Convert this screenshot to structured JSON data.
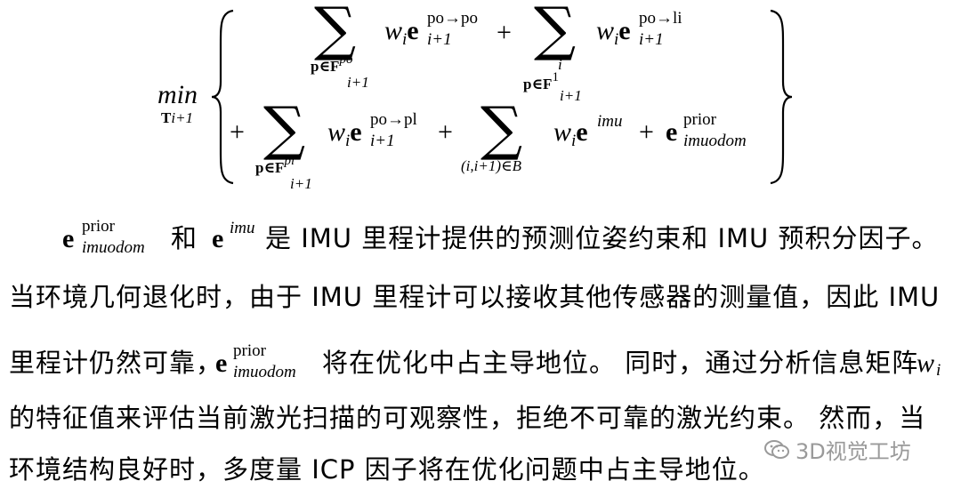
{
  "equation": {
    "min_label": "min",
    "min_sub_T": "T",
    "min_sub_idx": "i+1",
    "sum1_limit": "p∈F",
    "sum1_limit_sup": "po",
    "sum1_limit_sub": "i+1",
    "term1_w": "w",
    "term1_w_sub": "i",
    "term1_e": "e",
    "term1_sup": "po→po",
    "term1_sub": "i+1",
    "plus": "+",
    "sum2_limit_i": "i",
    "sum2_limit": "p∈F",
    "sum2_limit_sup": "1",
    "sum2_limit_sub": "i+1",
    "term2_sup": "po→li",
    "term2_sub": "i+1",
    "sum3_limit": "p∈F",
    "sum3_limit_sup": "pl",
    "sum3_limit_sub": "i+1",
    "term3_sup": "po→pl",
    "term3_sub": "i+1",
    "sum4_limit": "(i,i+1)∈B",
    "term4_sup": "imu",
    "term5_sup": "prior",
    "term5_sub": "imuodom",
    "sigma": "∑"
  },
  "paragraph": {
    "line1_e_sup": "prior",
    "line1_e_sub": "imuodom",
    "line1_he": "和",
    "line1_e2_sup": "imu",
    "line1_text": "是 IMU 里程计提供的预测位姿约束和 IMU 预积分因子。",
    "line2_text": "当环境几何退化时，由于 IMU 里程计可以接收其他传感器的测量值，因此 IMU",
    "line3_text_a": "里程计仍然可靠，",
    "line3_e_sup": "prior",
    "line3_e_sub": "imuodom",
    "line3_text_b": "将在优化中占主导地位。 同时，通过分析信息矩阵",
    "line3_w": "w",
    "line3_w_sub": "i",
    "line4_text": "的特征值来评估当前激光扫描的可观察性，拒绝不可靠的激光约束。 然而，当",
    "line5_text": "环境结构良好时，多度量 ICP 因子将在优化问题中占主导地位。"
  },
  "watermark": {
    "label": "3D视觉工坊",
    "icon": "wechat-icon"
  }
}
